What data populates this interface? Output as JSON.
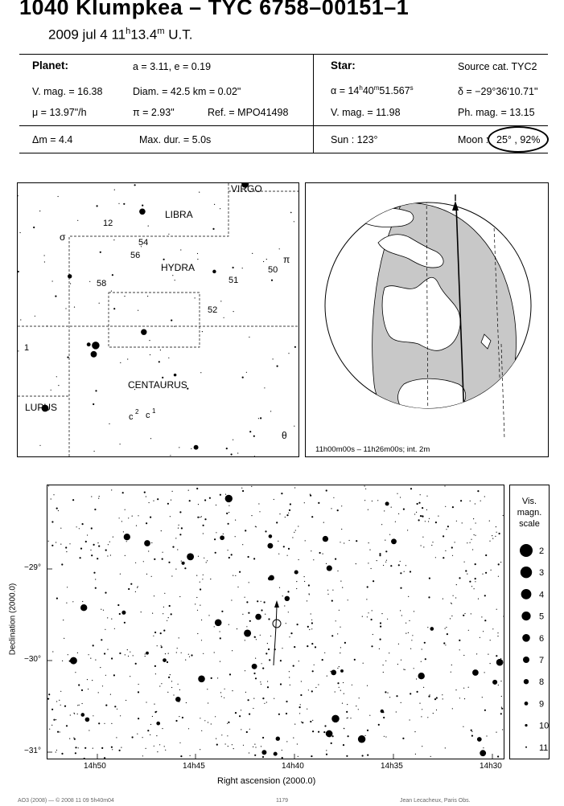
{
  "header": {
    "title": "1040 Klumpkea  –  TYC 6758–00151–1",
    "date_text": "2009 jul  4  11",
    "hour_sup": "h",
    "minute_text": "13.4",
    "minute_sup": "m",
    "timescale": " U.T."
  },
  "planet": {
    "heading": "Planet:",
    "orbit": "a = 3.11, e = 0.19",
    "vmag": "V. mag. = 16.38",
    "diam": "Diam. = 42.5 km = 0.02\"",
    "mu": "μ = 13.97\"/h",
    "pi": "π =  2.93\"",
    "ref": "Ref. = MPO41498"
  },
  "star": {
    "heading": "Star:",
    "source": "Source cat.  TYC2",
    "ra_prefix": "α = 14",
    "ra_h": "h",
    "ra_min": "40",
    "ra_m": "m",
    "ra_sec": "51.567",
    "ra_s": "s",
    "dec": "δ = −29°36'10.71\"",
    "vmag": "V. mag. = 11.98",
    "phmag": "Ph. mag. = 13.15"
  },
  "event": {
    "dm": "Δm = 4.4",
    "maxdur": "Max. dur. = 5.0s",
    "sun": "Sun : 123°",
    "moon_label": "Moon :",
    "moon_value": "25° , 92%"
  },
  "finder": {
    "constellations": [
      "VIRGO",
      "LIBRA",
      "HYDRA",
      "CENTAURUS",
      "LUPUS"
    ],
    "star_labels": [
      "12",
      "σ",
      "54",
      "56",
      "58",
      "51",
      "50",
      "π",
      "52",
      "1",
      "c",
      "2",
      "c",
      "1",
      "θ"
    ]
  },
  "globe": {
    "caption": "11h00m00s – 11h26m00s; int.  2m"
  },
  "starchart": {
    "y_axis_label": "Declination (2000.0)",
    "x_axis_label": "Right ascension (2000.0)",
    "dec_ticks": [
      "−29°",
      "−30°",
      "−31°"
    ],
    "ra_ticks": [
      "14h50",
      "14h45",
      "14h40",
      "14h35",
      "14h30"
    ]
  },
  "scale": {
    "title_lines": [
      "Vis.",
      "magn.",
      "scale"
    ],
    "items": [
      "2",
      "3",
      "4",
      "5",
      "6",
      "7",
      "8",
      "9",
      "10",
      "11"
    ]
  },
  "footer": {
    "left": "AO3 (2008) — © 2008 11 09  5h40m04",
    "center": "1179",
    "right": "Jean Lecacheux, Paris Obs."
  }
}
